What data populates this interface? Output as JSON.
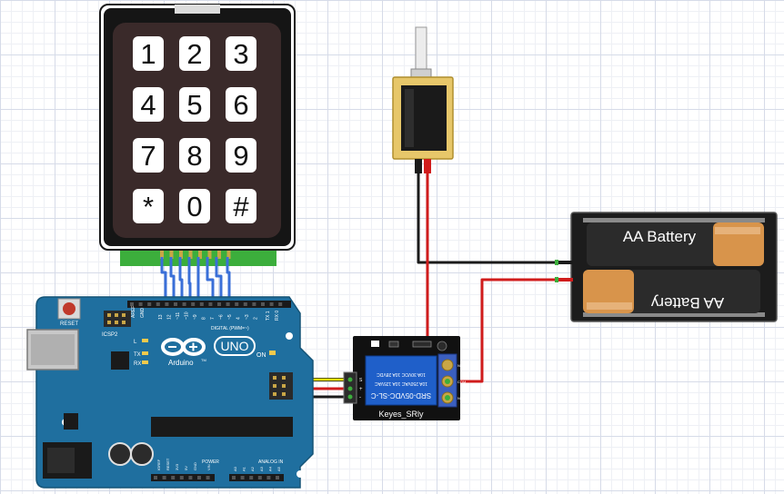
{
  "keypad": {
    "keys": [
      "1",
      "2",
      "3",
      "4",
      "5",
      "6",
      "7",
      "8",
      "9",
      "*",
      "0",
      "#"
    ]
  },
  "arduino": {
    "reset_label": "RESET",
    "icsp2_label": "ICSP2",
    "logo_text": "Arduino",
    "model_text": "UNO",
    "tm": "TM",
    "on_label": "ON",
    "l_label": "L",
    "tx_label": "TX",
    "rx_label": "RX",
    "digital_label": "DIGITAL (PWM=~)",
    "aref_label": "AREF",
    "gnd_label": "GND",
    "tx_pin_label": "TX 1",
    "rx_pin_label": "RX 0",
    "power_label": "POWER",
    "analog_label": "ANALOG IN",
    "ioref_label": "IOREF",
    "reset_pin_label": "RESET",
    "v33_label": "3V3",
    "v5_label": "5V",
    "gnd_p_label": "GND",
    "vin_label": "VIN",
    "digital_pins": [
      "13",
      "12",
      "~11",
      "~10",
      "~9",
      "8",
      "7",
      "~6",
      "~5",
      "4",
      "~3",
      "2"
    ],
    "analog_pins": [
      "A0",
      "A1",
      "A2",
      "A3",
      "A4",
      "A5"
    ]
  },
  "relay": {
    "name": "Keyes_SRly",
    "line1": "SRD-05VDC-SL-C",
    "line2": "10A 250VAC  10A 125VAC",
    "line3": "10A 30VDC  10A 28VDC",
    "pin_s": "S",
    "pin_plus": "+",
    "pin_minus": "-",
    "no": "NO",
    "com": "COM",
    "nc": "NC"
  },
  "battery": {
    "cell1": "AA Battery",
    "cell2": "AA Battery"
  },
  "colors": {
    "arduino_blue": "#1f6f9f",
    "wire_blue": "#3a6fd8",
    "wire_red": "#d01c1c",
    "wire_black": "#1a1a1a",
    "wire_yellow": "#f2e600",
    "relay_blue": "#1f5fc9",
    "battery_copper": "#d8944b"
  }
}
